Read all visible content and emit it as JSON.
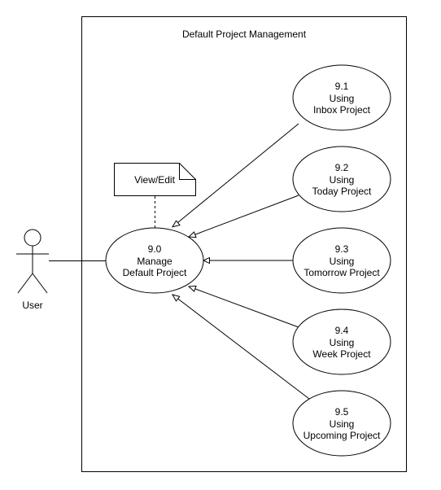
{
  "diagram": {
    "type": "use-case",
    "system_boundary": {
      "title": "Default Project Management"
    },
    "actor": {
      "name": "User"
    },
    "note": {
      "label": "View/Edit"
    },
    "main_use_case": {
      "id": "9.0",
      "lines": [
        "9.0",
        "Manage",
        "Default Project"
      ]
    },
    "sub_use_cases": [
      {
        "id": "9.1",
        "lines": [
          "9.1",
          "Using",
          "Inbox Project"
        ]
      },
      {
        "id": "9.2",
        "lines": [
          "9.2",
          "Using",
          "Today Project"
        ]
      },
      {
        "id": "9.3",
        "lines": [
          "9.3",
          "Using",
          "Tomorrow Project"
        ]
      },
      {
        "id": "9.4",
        "lines": [
          "9.4",
          "Using",
          "Week Project"
        ]
      },
      {
        "id": "9.5",
        "lines": [
          "9.5",
          "Using",
          "Upcoming Project"
        ]
      }
    ],
    "relationships": [
      {
        "from": "User",
        "to": "9.0",
        "kind": "association"
      },
      {
        "from": "View/Edit",
        "to": "9.0",
        "kind": "note-anchor"
      },
      {
        "from": "9.1",
        "to": "9.0",
        "kind": "generalization"
      },
      {
        "from": "9.2",
        "to": "9.0",
        "kind": "generalization"
      },
      {
        "from": "9.3",
        "to": "9.0",
        "kind": "generalization"
      },
      {
        "from": "9.4",
        "to": "9.0",
        "kind": "generalization"
      },
      {
        "from": "9.5",
        "to": "9.0",
        "kind": "generalization"
      }
    ],
    "colors": {
      "stroke": "#000000",
      "fill": "#ffffff"
    }
  }
}
